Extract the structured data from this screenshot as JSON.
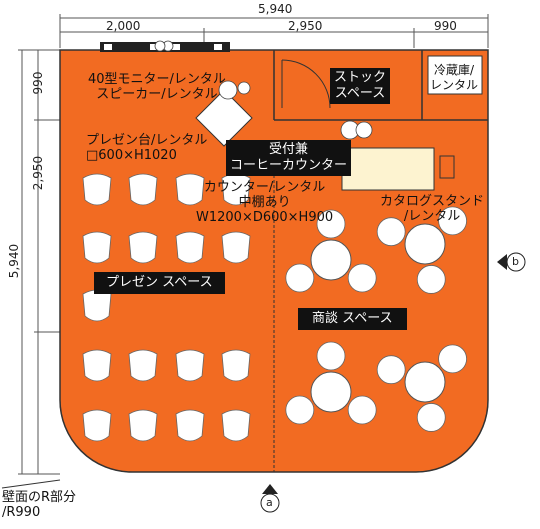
{
  "dims": {
    "total_width": "5,940",
    "seg_left": "2,000",
    "seg_mid": "2,950",
    "seg_right": "990",
    "total_height": "5,940",
    "seg_top": "990",
    "seg_middle": "2,950"
  },
  "labels": {
    "monitor": "40型モニター/レンタル\nスピーカー/レンタル",
    "stock": "ストック\nスペース",
    "fridge": "冷蔵庫/\nレンタル",
    "podium": "プレゼン台/レンタル\n□600×H1020",
    "reception": "受付兼\nコーヒーカウンター",
    "counter": "カウンター/レンタル\n中棚あり\nW1200×D600×H900",
    "catalog": "カタログスタンド\n/レンタル",
    "presen_space": "プレゼン スペース",
    "meeting_space": "商談 スペース",
    "wall_note": "壁面のR部分\n/R990",
    "marker_a": "a",
    "marker_b": "b"
  },
  "colors": {
    "floor": "#f26b22",
    "chair": "#ffffff",
    "line": "#222222"
  }
}
